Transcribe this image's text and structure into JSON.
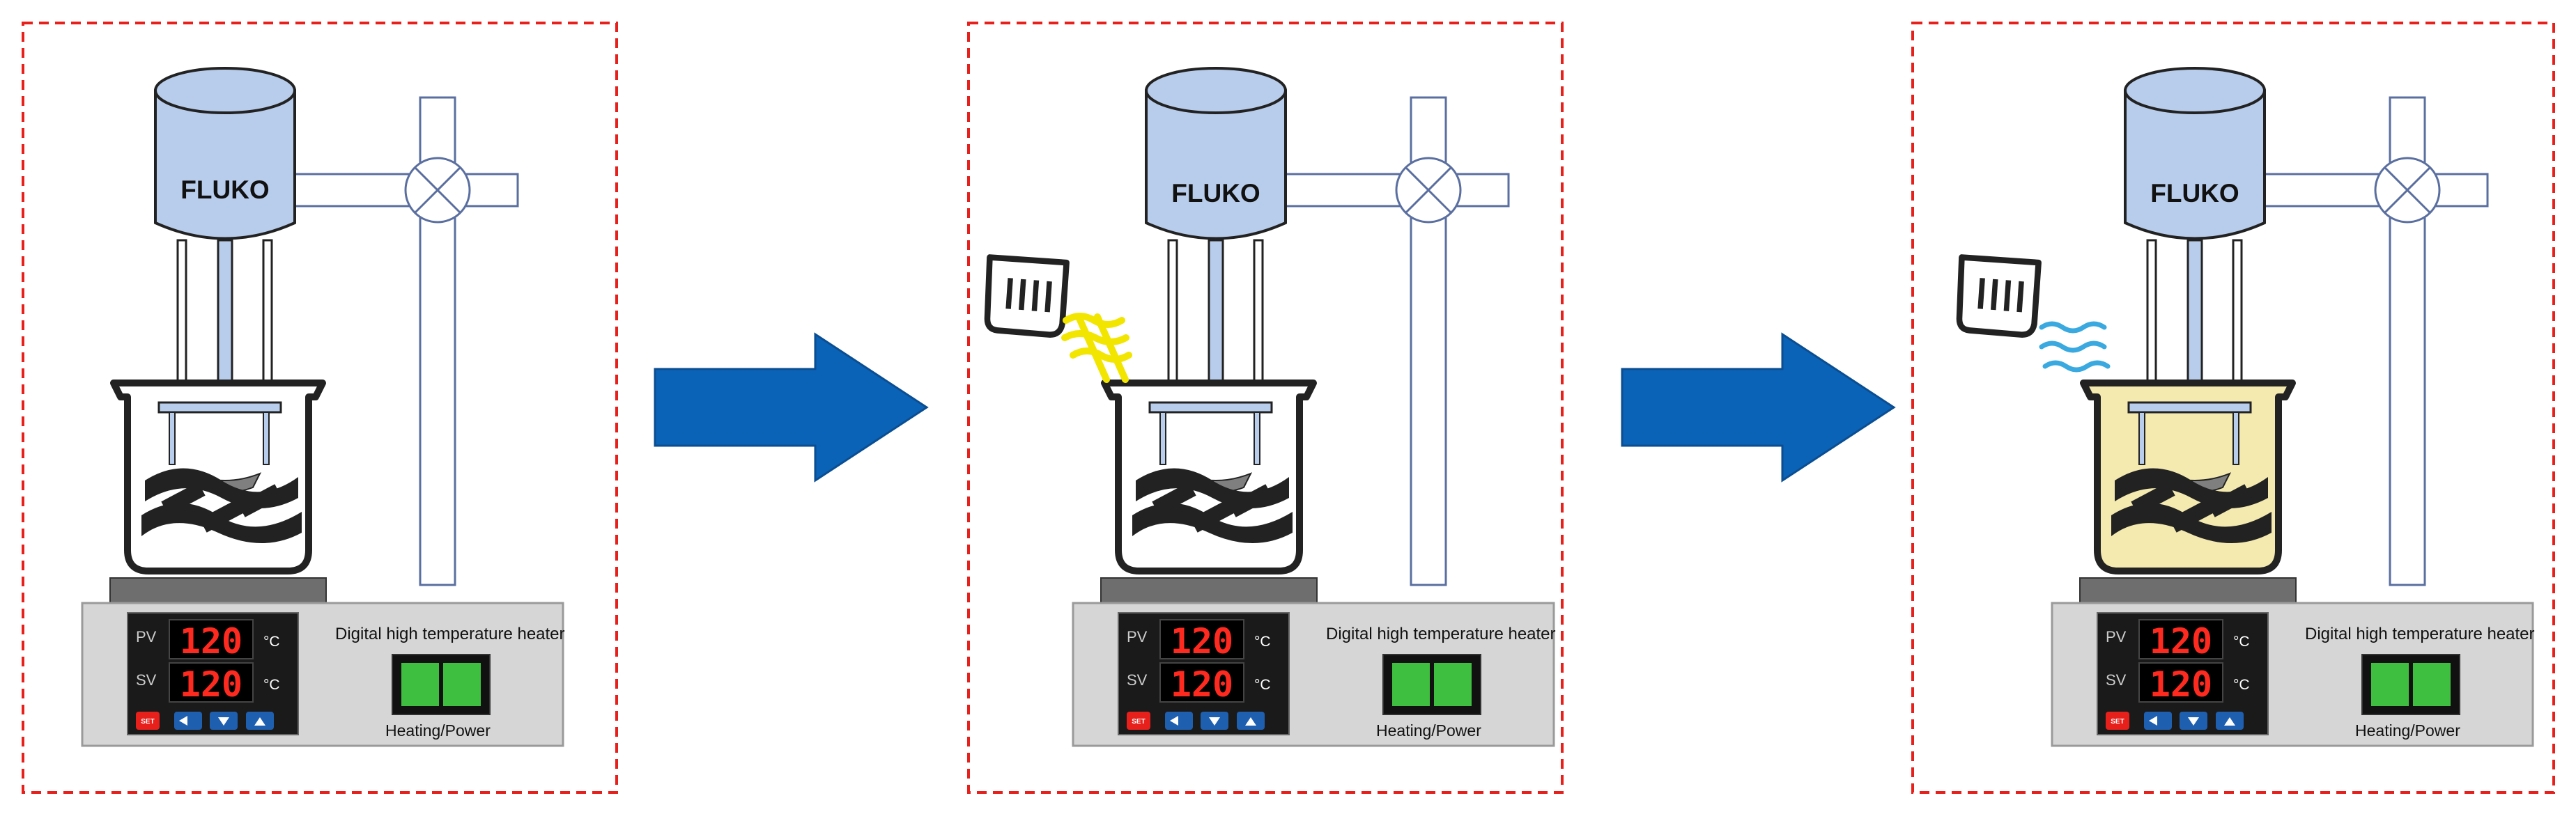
{
  "title": "",
  "panels": [
    {
      "id": "step-1",
      "motor_label": "FLUKO",
      "heater_label": "Digital high temperature heater",
      "power_label": "Heating/Power",
      "pv_label": "PV",
      "sv_label": "SV",
      "pv_value": "120",
      "sv_value": "120",
      "unit": "°C",
      "button_set_label": "SET",
      "beaker_fill": "#ffffff",
      "pour": "none"
    },
    {
      "id": "step-2",
      "motor_label": "FLUKO",
      "heater_label": "Digital high temperature heater",
      "power_label": "Heating/Power",
      "pv_label": "PV",
      "sv_label": "SV",
      "pv_value": "120",
      "sv_value": "120",
      "unit": "°C",
      "button_set_label": "SET",
      "beaker_fill": "#ffffff",
      "pour": "yellow-powder"
    },
    {
      "id": "step-3",
      "motor_label": "FLUKO",
      "heater_label": "Digital high temperature heater",
      "power_label": "Heating/Power",
      "pv_label": "PV",
      "sv_label": "SV",
      "pv_value": "120",
      "sv_value": "120",
      "unit": "°C",
      "button_set_label": "SET",
      "beaker_fill": "#f4eab0",
      "pour": "blue-liquid"
    }
  ],
  "colors": {
    "frame": "#e8201c",
    "arrow": "#0b63b8",
    "motor": "#b8cdec",
    "stand": "#ffffff",
    "heater_body": "#d6d6d6",
    "heater_top": "#6e6e6e",
    "display_bg": "#1a1a1a",
    "power_green": "#3fbf3f",
    "powder_yellow": "#f2e600",
    "liquid_blue": "#39a9e0"
  },
  "icons": [
    "arrow-right-icon",
    "beaker-icon",
    "stirrer-icon",
    "pouring-cup-icon"
  ]
}
